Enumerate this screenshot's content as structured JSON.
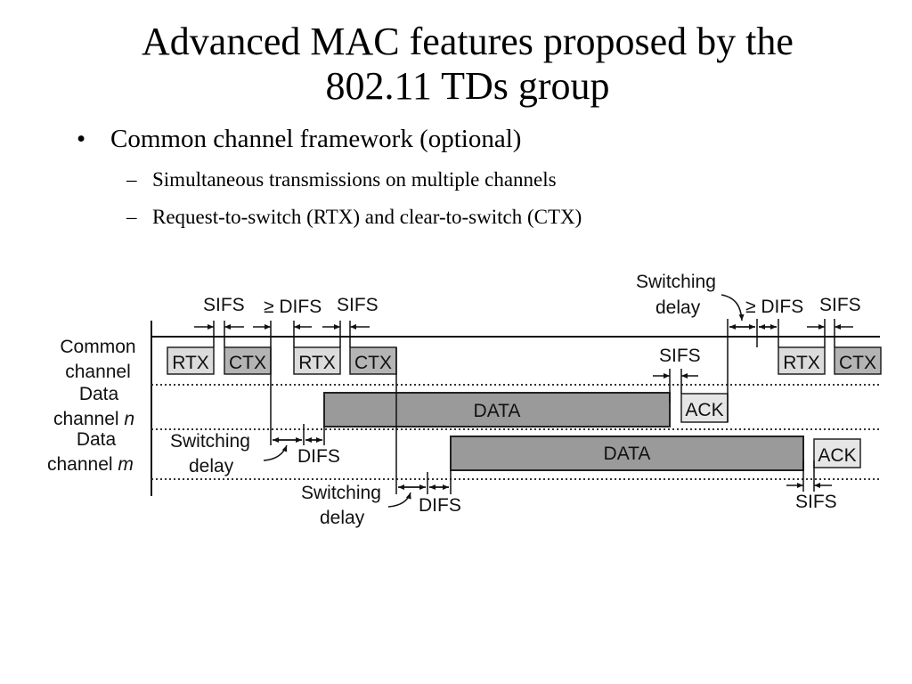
{
  "slide": {
    "title_line1": "Advanced MAC features proposed by the",
    "title_line2": "802.11 TDs group",
    "bullets": [
      {
        "marker": "•",
        "text": "Common channel framework (optional)",
        "sub": [
          {
            "marker": "–",
            "text": "Simultaneous transmissions on multiple channels"
          },
          {
            "marker": "–",
            "text": "Request-to-switch (RTX) and clear-to-switch (CTX)"
          }
        ]
      }
    ]
  },
  "diagram": {
    "channels": {
      "common": [
        "Common",
        "channel"
      ],
      "data_n": [
        "Data",
        "channel ",
        "n"
      ],
      "data_m": [
        "Data",
        "channel ",
        "m"
      ]
    },
    "frames": {
      "rtx": "RTX",
      "ctx": "CTX",
      "data": "DATA",
      "ack": "ACK"
    },
    "labels": {
      "sifs": "SIFS",
      "ge_difs": "≥ DIFS",
      "difs": "DIFS",
      "switching": "Switching",
      "delay": "delay"
    },
    "colors": {
      "light_frame": "#dcdcdc",
      "dark_frame": "#b4b4b4",
      "data_frame": "#9a9a9a",
      "ack_frame": "#e6e6e6"
    }
  }
}
